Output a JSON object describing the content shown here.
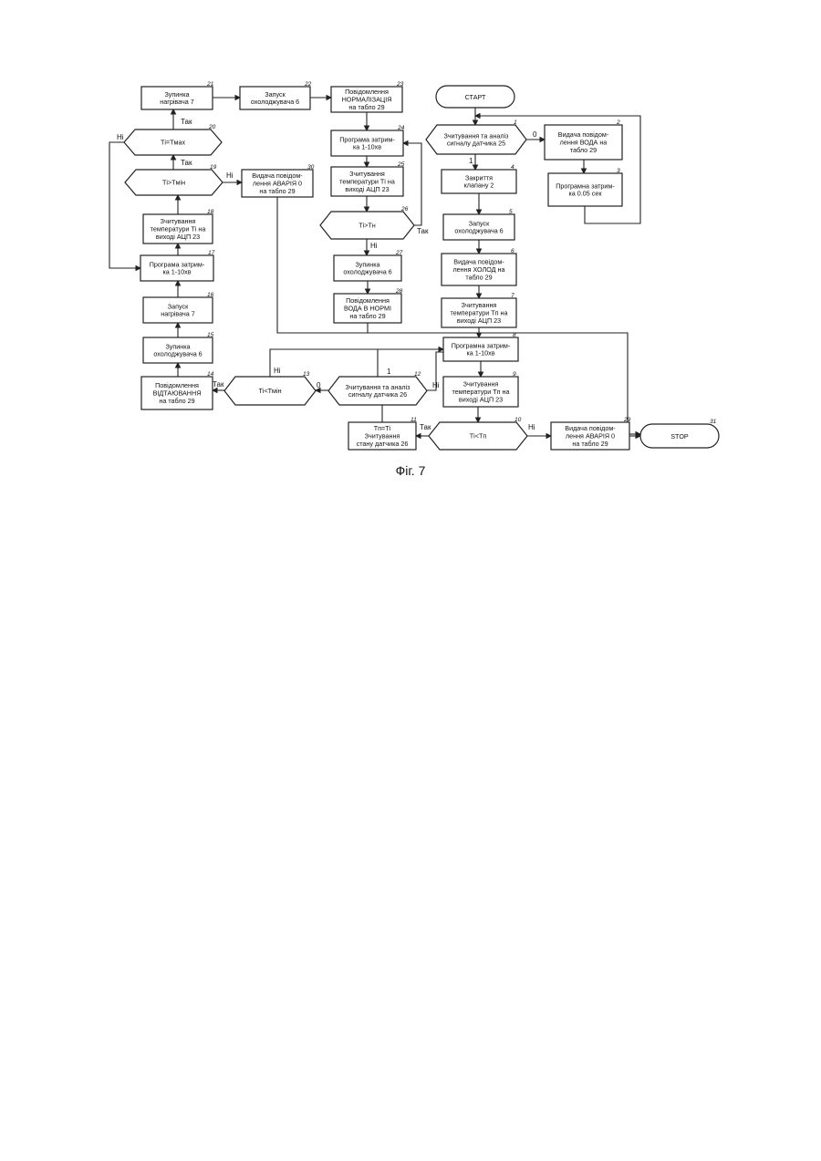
{
  "caption": "Фіг. 7",
  "blocks": {
    "start": "СТАРТ",
    "stop": "STOP",
    "b1": {
      "num": "1",
      "lines": [
        "Зчитування та аналіз",
        "сигналу датчика 25"
      ]
    },
    "b2": {
      "num": "2",
      "lines": [
        "Видача повідом-",
        "лення ВОДА на",
        "табло 29"
      ]
    },
    "b3": {
      "num": "3",
      "lines": [
        "Програмна затрим-",
        "ка 0.05 сек"
      ]
    },
    "b4": {
      "num": "4",
      "lines": [
        "Закриття",
        "клапану 2"
      ]
    },
    "b5": {
      "num": "5",
      "lines": [
        "Запуск",
        "охолоджувача 6"
      ]
    },
    "b6": {
      "num": "6",
      "lines": [
        "Видача повідом-",
        "лення ХОЛОД на",
        "табло 29"
      ]
    },
    "b7": {
      "num": "7",
      "lines": [
        "Зчитування",
        "температури Tп на",
        "виході АЦП 23"
      ]
    },
    "b8": {
      "num": "8",
      "lines": [
        "Програмна затрим-",
        "ка 1-10хв"
      ]
    },
    "b9": {
      "num": "9",
      "lines": [
        "Зчитування",
        "температури Tп на",
        "виході АЦП 23"
      ]
    },
    "b10": {
      "num": "10",
      "lines": [
        "Tі<Tп"
      ]
    },
    "b11": {
      "num": "11",
      "lines": [
        "Tп=Tі",
        "Зчитування",
        "стану датчика 26"
      ]
    },
    "b12": {
      "num": "12",
      "lines": [
        "Зчитування та аналіз",
        "сигналу датчика 26"
      ]
    },
    "b13": {
      "num": "13",
      "lines": [
        "Tі<Tмін"
      ]
    },
    "b14": {
      "num": "14",
      "lines": [
        "Повідомлення",
        "ВІДТАЮВАННЯ",
        "на табло 29"
      ]
    },
    "b15": {
      "num": "15",
      "lines": [
        "Зупинка",
        "охолоджувача 6"
      ]
    },
    "b16": {
      "num": "16",
      "lines": [
        "Запуск",
        "нагрівача 7"
      ]
    },
    "b17": {
      "num": "17",
      "lines": [
        "Програма затрим-",
        "ка 1-10хв"
      ]
    },
    "b18": {
      "num": "18",
      "lines": [
        "Зчитування",
        "температури Tі на",
        "виході АЦП 23"
      ]
    },
    "b19": {
      "num": "19",
      "lines": [
        "Tі>Tмін"
      ]
    },
    "b20": {
      "num": "20",
      "lines": [
        "Tі=Tмах"
      ]
    },
    "b21": {
      "num": "21",
      "lines": [
        "Зупинка",
        "нагрівача 7"
      ]
    },
    "b22": {
      "num": "22",
      "lines": [
        "Запуск",
        "охолоджувача 6"
      ]
    },
    "b23": {
      "num": "23",
      "lines": [
        "Повідомлення",
        "НОРМАЛІЗАЦІЯ",
        "на табло 29"
      ]
    },
    "b24": {
      "num": "24",
      "lines": [
        "Програма затрим-",
        "ка 1-10хв"
      ]
    },
    "b25": {
      "num": "25",
      "lines": [
        "Зчитування",
        "температури Tі на",
        "виході АЦП 23"
      ]
    },
    "b26": {
      "num": "26",
      "lines": [
        "Tі>Tн"
      ]
    },
    "b27": {
      "num": "27",
      "lines": [
        "Зупинка",
        "охолоджувача 6"
      ]
    },
    "b28": {
      "num": "28",
      "lines": [
        "Повідомлення",
        "ВОДА В НОРМІ",
        "на табло 29"
      ]
    },
    "b29": {
      "num": "29",
      "lines": [
        "Видача повідом-",
        "лення АВАРІЯ 0",
        "на табло 29"
      ]
    },
    "b30": {
      "num": "30",
      "lines": [
        "Видача повідом-",
        "лення АВАРІЯ 0",
        "на табло 29"
      ]
    },
    "b31": {
      "num": "31"
    }
  },
  "edge_labels": {
    "yes": "Так",
    "no": "Ні",
    "zero": "0",
    "one": "1"
  }
}
